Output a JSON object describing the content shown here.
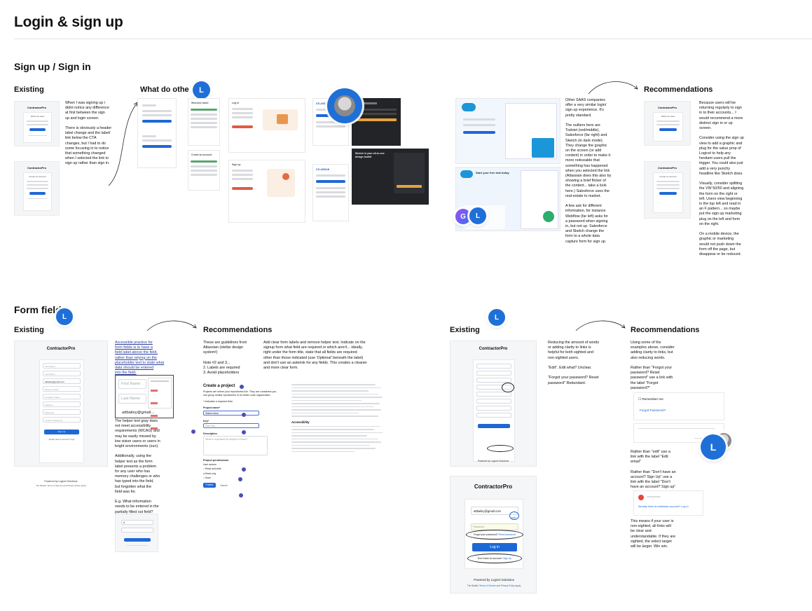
{
  "page": {
    "title": "Login & sign up"
  },
  "section_signup": {
    "title": "Sign up / Sign in",
    "existing_label": "Existing",
    "existing_note": "When I was signing up i\ndidnt notice any difference\nat first between the sign\nup and login screen.\n\nThere is obviously a header\nlabel change and the label/\nlink below the CTA\nchanges, but I had to do\nsome focusing in to notice\nthat something changed\nwhen I selected the link to\nsign up rather than sign in.",
    "what_do_others_label": "What do othe",
    "others_note": "Other SAAS companies\noffer a very similar login/\nsign up experience. It's\npretty standard.\n\nThe outliers here are\nTodoist (red/middle),\nSalesforce (far right) and\nSketch (in dark mode).\nThey change the graphic\non the screen (or add\ncontent) in order to make it\nmore noticeable that\nsomething has happened\nwhen you selected the link\n(Atlassian does this also by\nshowing a brief flicker of\nthe content... take a look\nhere.) Salesforce uses the\nreal-estate to market.\n\nA few ask for different\ninformation, for instance\nWebflow (far left) asks for\na password when signing\nin, but not up. Salesforce\nand Sketch change the\nform to a whole data\ncapture form for sign up.",
    "recommendations_label": "Recommendations",
    "recommendations_note": "Because users will be\nreturning regularly to sign\nin to their accounts... I\nwould recommend a more\ndistinct sign in or up\nscreen.\n\nConsider using the sign up\nview to add a graphic and\nplug for the value prop of\nLogicel to help any\nhesitant users pull the\ntrigger. You could also just\nadd a very punchy\nheadline like Sketch does.\n\nVisually, consider splitting\nthe VW 50/50 and aligning\nthe form on the right or\nleft. Users view beginning\nin the top left and read in\nan F pattern... so maybe\nput the sign up marketing\nplug on the left and form\non the right.\n\nOn a mobile device, the\ngraphic or marketing\nwould not push down the\nform off the page, but\ndisappear or be reduced.",
    "thumb_brand": "ContractorPro",
    "thumb_welcome": "Welcome back",
    "thumb_create": "Create an account",
    "login_label": "Log in",
    "signup_label": "Sign up",
    "create_account_label": "Create an account",
    "atlassian_label": "ATLASSIAN",
    "sketch_headline": "Sketch in your all-in-one design toolkit"
  },
  "section_form": {
    "title": "Form field",
    "existing_label": "Existing",
    "brand": "ContractorPro",
    "placeholders": [
      "First Name",
      "Last Name",
      "attbailey@gmail.com",
      "Phone number",
      "Company Name",
      "Address",
      "Password",
      "Confirm Password"
    ],
    "sign_up_btn": "Sign Up",
    "already_text": "Already have an account? Login",
    "powered": "Powered by Logicel Solutions",
    "terms": "The Builder Terms of Service and Privacy Policy apply",
    "callout_link": "Accessible practice for\nform fields is to have a\nfield label above the field,\nrather than relying on the\nplaceholder text to state what\ndata should be entered\ninto the field.",
    "zoom_first": "First Name",
    "zoom_last": "Last Name",
    "zoom_email": "attbailey@gmail...",
    "helper_note": "The helper text gray does\nnot meet accessibility\nrequirements (WCAG) and\nmay be easily missed by\nlow vision users or users in\nbright environments (sun).\n\nAdditionally, using the\nhelper text as the form\nlabel presents a problem\nfor any user who has\nmemory challenges or who\nhas typed into the field,\nbut forgotten what the\nfield was for.\n\nE.g. What information\nneeds to be entered in the\npartially filled out field?",
    "partial_value": "d",
    "recommendations_label": "Recommendations",
    "guidelines_note": "These are guidelines from\nAtlassian (stellar design\nsystem!)\n\nNote #2 and 3...\n2. Labels are required\n3. Avoid placeholders",
    "clear_labels_note": "Add clear form labels and remove helper text. Indicate on the\nsignup form what field are required or which aren't... ideally,\nright under the form title, state that all fields are required\nother than those indicated (use 'Optional' beneath the label)\nand don't use an asterisk for any fields. This creates a cleaner\nand more clear form.",
    "create_project": "Create a project",
    "project_desc": "Projects are where your repositories live. They are containers you\ncan group similar repositories in for better code organization.",
    "required_hint": "* Indicates a required field.",
    "project_name_label": "Project name*",
    "project_name_value": "Watermelon",
    "key_label": "Key*",
    "key_value": "Start key",
    "description_label": "Description",
    "description_placeholder": "What is important for people to know?",
    "permissions_label": "Project permissions",
    "user_access": "User access",
    "perm_options": [
      "Read and write",
      "Read only",
      "None"
    ],
    "publish_btn": "Publish",
    "cancel_btn": "Cancel",
    "accessibility_heading": "Accessibility",
    "existing2_label": "Existing",
    "reducing_note": "Reducing the amount of words\nor adding clarity to links is\nhelpful for both sighted and\nnon-sighted users.\n\n\"Edit\". Edit what? Unclear.\n\n\"Forgot your password? Reset\npassword\" Redundant.",
    "login_card": {
      "brand": "ContractorPro",
      "email": "attbailey@gmail.com",
      "edit": "edit",
      "password_placeholder": "Password",
      "forgot_text": "Forgot your password?",
      "reset_link": "Reset password",
      "login_btn": "Log in",
      "no_account": "Don't have an account?",
      "sign_up_link": "Sign Up",
      "powered": "Powered by Logicel Solutions",
      "terms_prefix": "The Builder",
      "terms_link": "Terms of Service",
      "and": "and",
      "privacy_link": "Privacy Policy",
      "apply": "apply"
    },
    "recommendations2_label": "Recommendations",
    "rec2_note_top": "Using some of the\nexamples above, consider\nadding clarity to links, but\nalso reducing words.\n\nRather than \"Forgot your\npassword? Reset\npassword\" use a link with\nthe label \"Forgot\npassword?\"",
    "remember_me": "Remember me",
    "forgot_password_link": "Forgot Password?",
    "rec2_note_mid": "Rather than \"edit\" use a\nlink with the label \"Edit\nemail\"\n\nRather than \"Don't have an\naccount? Sign Up\" use a\nlink with the label \"Don't\nhave an account? Sign up\"",
    "atlassian_link": "Already have an Atlassian account? Log in",
    "rec2_note_bottom": "This means if your user is\nnon-sighted, all links will\nbe clear and\nunderstandable. If they are\nsighted, the select target\nwill be larger. Win win."
  },
  "avatars": {
    "l": "L",
    "g": "G"
  },
  "colors": {
    "accent": "#1e68d6",
    "pin": "#1f6fd8",
    "purple": "#4a4fb3",
    "red": "#e05a47"
  }
}
